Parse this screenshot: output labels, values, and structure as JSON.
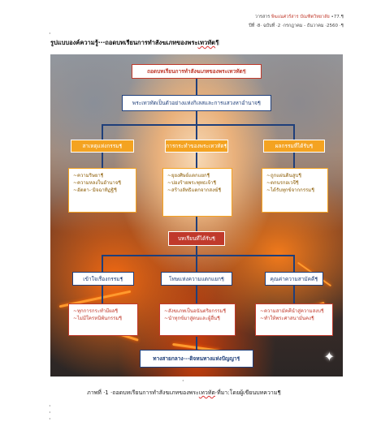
{
  "header": {
    "line1_prefix": "วารสาร",
    "line1_highlight": "พิฆเณศวร์สาร บัณฑิตวิทยาลัย",
    "line1_suffix": "•77.¶",
    "line2": "ปีที่ ·8· ฉบับที่ ·2 ·กรกฎาคม - ธันวาคม ·2560 ·¶"
  },
  "heading": {
    "text_before": "รูปแบบองค์ความรู้···ถอดบทเรียนการทำสังฆเภทของพระ",
    "text_underlined": "เทวทัต",
    "text_after": "¶"
  },
  "diagram": {
    "title": "ถอดบทเรียนการทำสังฆเภทของพระเทวทัต¶",
    "main": "พระเทวทัตเป็นตัวอย่างแห่งกิเลสและการแสวงหาอำนาจ¶",
    "branches": [
      {
        "label": "สาเหตุแห่งกรรม¶",
        "items": [
          "~ความริษยา¶",
          "~ความหลงในอำนาจ¶",
          "~อัตตา-·มิจฉาทิฏฐิ¶"
        ]
      },
      {
        "label": "การกระทำของพระเทวทัต¶",
        "items": [
          "~ยุยงศิษย์แตกแยก¶",
          "~ปองร้ายพระพุทธเจ้า¶",
          "~สร้างลัทธิแตกจากสงฆ์¶"
        ]
      },
      {
        "label": "ผลกรรมที่ได้รับ¶",
        "items": [
          "~ถูกแผ่นดินสูบ¶",
          "~ตกนรกอเวจี¶",
          "~ได้รับทุกข์จากกรรม¶"
        ]
      }
    ],
    "lessons": "บทเรียนที่ได้รับ¶",
    "lesson_branches": [
      {
        "label": "เข้าใจเรื่องกรรม¶",
        "items": [
          "~ทุกการกระทำมีผล¶",
          "~ไม่มีใครหนีพ้นกรรม¶"
        ]
      },
      {
        "label": "โทษแห่งความแตกแยก¶",
        "items": [
          "~สังฆเภทเป็นอนันตริยกรรม¶",
          "~นำทุกข์มาสู่ตนและผู้อื่น¶"
        ]
      },
      {
        "label": "คุณค่าความสามัคคี¶",
        "items": [
          "~ความสามัคคีนำสู่ความสงบ¶",
          "~ทำให้พระศาสนามั่นคง¶"
        ]
      }
    ],
    "conclusion": "ทางสายกลาง·-·ดิจหนทางแห่งปัญญา¶"
  },
  "caption": {
    "text_before": "ภาพที่ ·1 ·ถอดบทเรียนการทำสังฆเภทของพระ",
    "text_underlined": "เทวทัต",
    "text_after": "·ที่มา:โดยผู้เขียนบทความ¶"
  }
}
